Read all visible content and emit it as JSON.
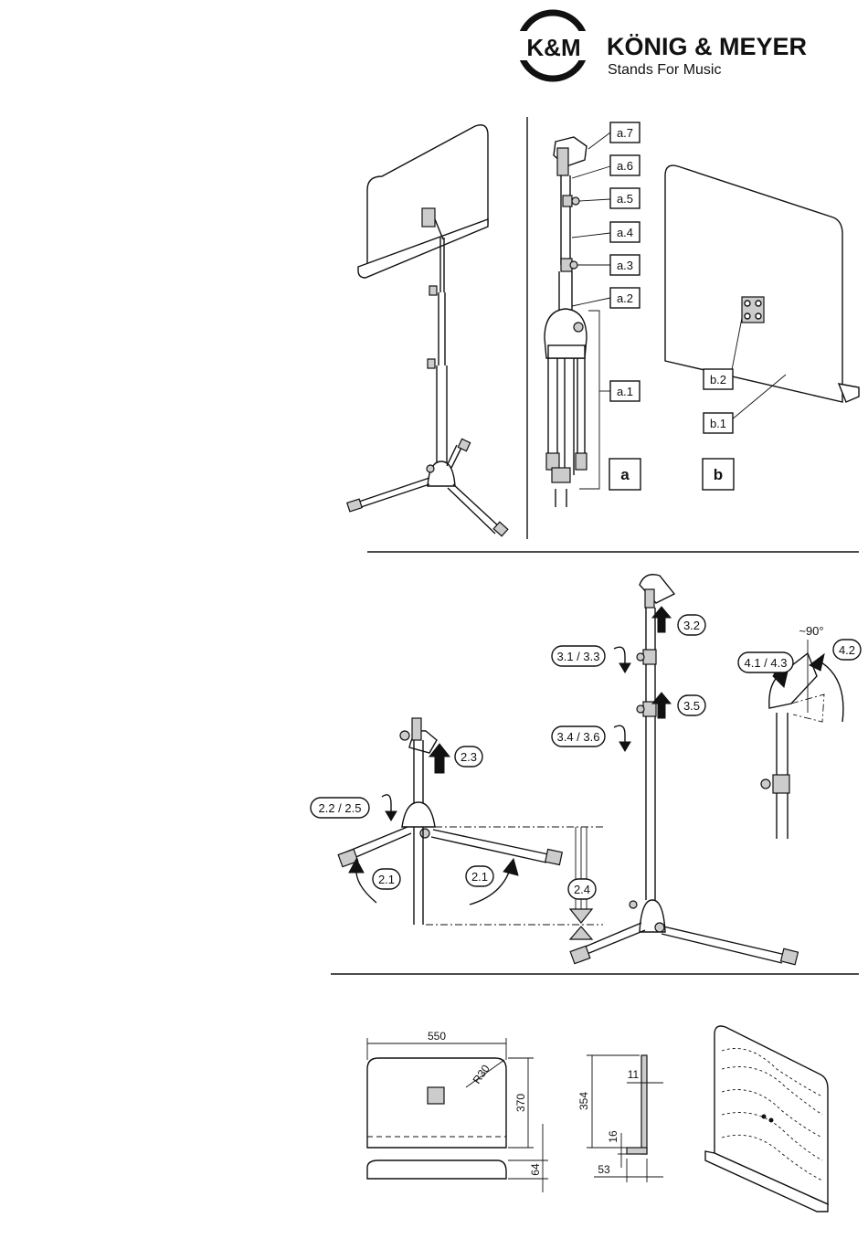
{
  "header": {
    "logo_mark": "K&M",
    "brand_name": "KÖNIG & MEYER",
    "tagline": "Stands For Music"
  },
  "parts_a": [
    "a.7",
    "a.6",
    "a.5",
    "a.4",
    "a.3",
    "a.2",
    "a.1"
  ],
  "parts_b": [
    "b.2",
    "b.1"
  ],
  "boxes": {
    "a": "a",
    "b": "b"
  },
  "steps": {
    "s21a": "2.1",
    "s21b": "2.1",
    "s22": "2.2 / 2.5",
    "s23": "2.3",
    "s24": "2.4",
    "s31": "3.1 / 3.3",
    "s32": "3.2",
    "s34": "3.4 / 3.6",
    "s35": "3.5",
    "s41": "4.1 / 4.3",
    "s42": "4.2",
    "angle": "~90°"
  },
  "dimensions": {
    "width": "550",
    "height": "370",
    "radius": "R30",
    "shelf": "64",
    "side_height": "354",
    "thickness": "11",
    "lip": "16",
    "depth": "53"
  }
}
